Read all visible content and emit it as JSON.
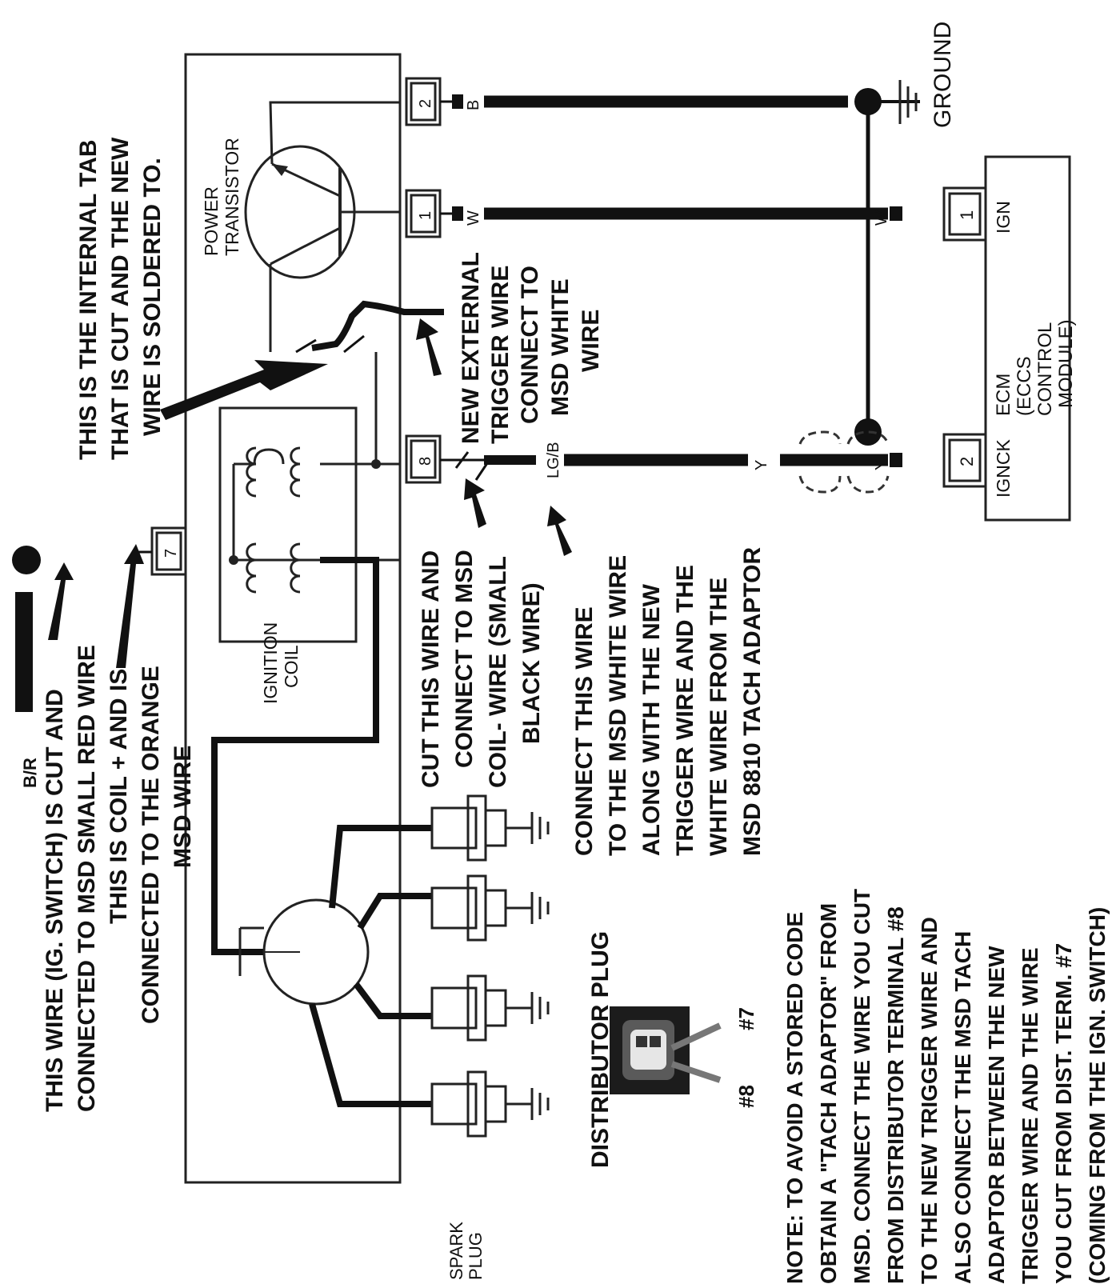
{
  "labels": {
    "power_transistor_1": "POWER",
    "power_transistor_2": "TRANSISTOR",
    "ignition_coil_1": "IGNITION",
    "ignition_coil_2": "COIL",
    "ecm_1": "ECM",
    "ecm_2": "(ECCS",
    "ecm_3": "CONTROL",
    "ecm_4": "MODULE)",
    "ground": "GROUND",
    "spark_plug_1": "SPARK",
    "spark_plug_2": "PLUG",
    "distributor_plug": "DISTRIBUTOR PLUG",
    "terminal_7": "7",
    "terminal_8": "8",
    "terminal_1": "1",
    "terminal_2": "2",
    "ecm_terminal_1": "1",
    "ecm_terminal_2": "2",
    "ign": "IGN",
    "ignck": "IGNCK",
    "wire_b": "B",
    "wire_w": "W",
    "wire_w_ecm": "W",
    "wire_y": "Y",
    "wire_y_ecm": "Y",
    "wire_lgb": "LG/B",
    "wire_br": "B/R",
    "photo_8": "#8",
    "photo_7": "#7"
  },
  "annotations": {
    "internal_tab": [
      "THIS IS THE INTERNAL TAB",
      "THAT IS CUT AND THE NEW",
      "WIRE IS SOLDERED TO."
    ],
    "new_trigger": [
      "NEW EXTERNAL",
      "TRIGGER WIRE",
      "CONNECT TO",
      "MSD WHITE",
      "WIRE"
    ],
    "switch_wire": [
      "THIS WIRE (IG. SWITCH) IS CUT AND",
      "CONNECTED TO MSD SMALL RED WIRE",
      "THIS IS COIL + AND IS",
      "CONNECTED TO THE ORANGE",
      "MSD WIRE"
    ],
    "cut_wire": [
      "CUT THIS WIRE AND",
      "CONNECT TO MSD",
      "COIL- WIRE (SMALL",
      "BLACK WIRE)"
    ],
    "connect_wire": [
      "CONNECT THIS WIRE",
      "TO THE MSD WHITE WIRE",
      "ALONG WITH THE NEW",
      "TRIGGER WIRE AND THE",
      "WHITE WIRE FROM THE",
      "MSD 8810 TACH ADAPTOR"
    ],
    "note": [
      "NOTE: TO AVOID A STORED CODE",
      "OBTAIN A \"TACH ADAPTOR\" FROM",
      "MSD. CONNECT THE WIRE YOU CUT",
      "FROM DISTRIBUTOR TERMINAL #8",
      "TO THE NEW TRIGGER WIRE AND",
      "ALSO CONNECT THE MSD TACH",
      "ADAPTOR BETWEEN THE NEW",
      "TRIGGER WIRE AND THE WIRE",
      "YOU CUT FROM DIST. TERM. #7",
      "(COMING FROM THE IGN. SWITCH)"
    ]
  }
}
